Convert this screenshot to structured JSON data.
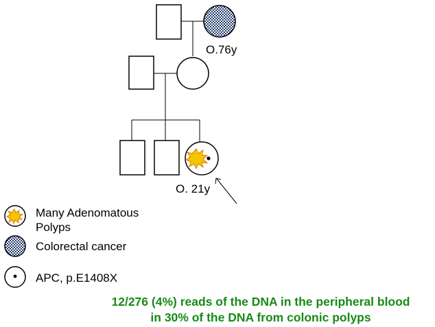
{
  "pedigree": {
    "labels": {
      "grandmother_age": "O.76y",
      "proband_age": "O. 21y"
    }
  },
  "legend": {
    "items": [
      {
        "icon": "adenomatous-polyps-icon",
        "line1": "Many Adenomatous",
        "line2": "Polyps"
      },
      {
        "icon": "colorectal-cancer-icon",
        "line1": "Colorectal cancer"
      },
      {
        "icon": "apc-variant-icon",
        "line1": "APC, p.E1408X"
      }
    ]
  },
  "summary": {
    "line1": "12/276 (4%) reads of the DNA in the peripheral blood",
    "line2": "in 30% of the DNA from colonic polyps"
  },
  "colors": {
    "summary_text": "#178a17",
    "checker_dark": "#1f3b6b",
    "polyp_fill": "#f5c400",
    "polyp_stroke": "#e07800"
  }
}
